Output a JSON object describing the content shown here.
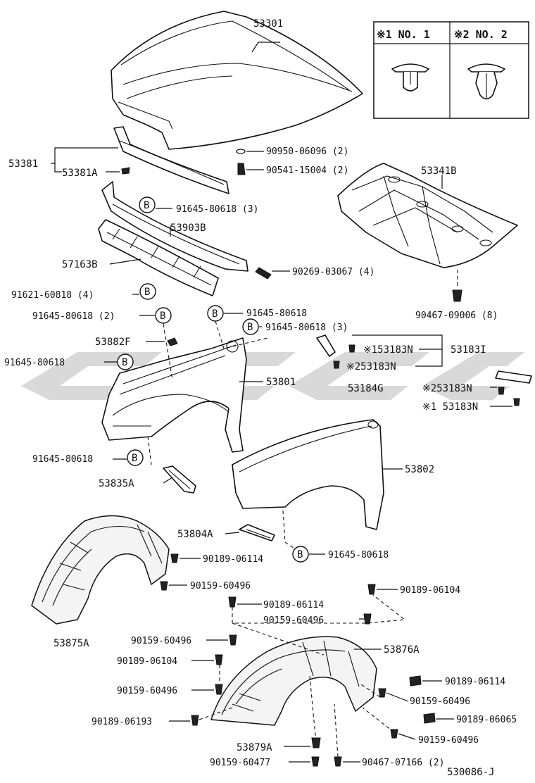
{
  "legend": {
    "col1": "※1 NO. 1",
    "col2": "※2 NO. 2"
  },
  "circle_marker": "B",
  "labels": {
    "l53301": "53301",
    "l53381": "53381",
    "l53381A": "53381A",
    "l90950": "90950-06096 (2)",
    "l90541": "90541-15004 (2)",
    "l53341B": "53341B",
    "l91645_a": "91645-80618 (3)",
    "l53903B": "53903B",
    "l57163B": "57163B",
    "l90269": "90269-03067 (4)",
    "l91621": "91621-60818 (4)",
    "l90467_a": "90467-09006 (8)",
    "l91645_b": "91645-80618 (2)",
    "l91645_c": "91645-80618",
    "l91645_d": "91645-80618 (3)",
    "l53882F": "53882F",
    "l153183N": "※153183N",
    "l53183I": "53183I",
    "l91645_e": "91645-80618",
    "l253183N_a": "※253183N",
    "l53801": "53801",
    "l53184G": "53184G",
    "l253183N_b": "※253183N",
    "l153183N_b": "※1 53183N",
    "l91645_f": "91645-80618",
    "l53835A": "53835A",
    "l53802": "53802",
    "l53804A": "53804A",
    "l90189_06114_a": "90189-06114",
    "l91645_g": "91645-80618",
    "l90159_60496_a": "90159-60496",
    "l90189_06104_a": "90189-06104",
    "l90189_06114_b": "90189-06114",
    "l90159_60496_b": "90159-60496",
    "l53875A": "53875A",
    "l90159_60496_c": "90159-60496",
    "l53876A": "53876A",
    "l90189_06104_b": "90189-06104",
    "l90189_06114_c": "90189-06114",
    "l90159_60496_d": "90159-60496",
    "l90159_60496_e": "90159-60496",
    "l90189_06193": "90189-06193",
    "l90189_06065": "90189-06065",
    "l90159_60496_f": "90159-60496",
    "l53879A": "53879A",
    "l90159_60477": "90159-60477",
    "l90467_b": "90467-07166 (2)",
    "l_code": "530086-J"
  }
}
